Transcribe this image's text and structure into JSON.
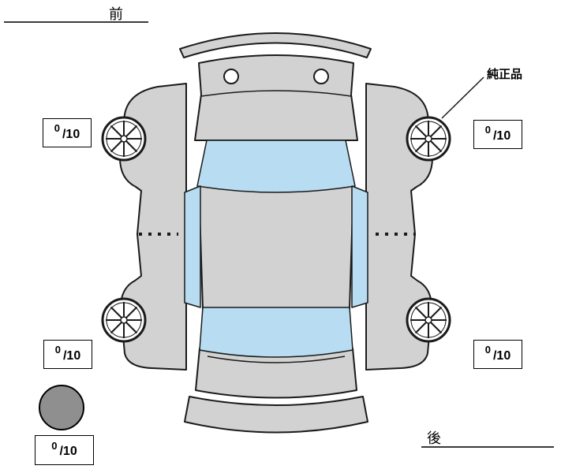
{
  "labels": {
    "front": "前",
    "rear": "後",
    "genuine_part": "純正品"
  },
  "tread": {
    "front_left": {
      "value": "0",
      "denom": "/10"
    },
    "front_right": {
      "value": "0",
      "denom": "/10"
    },
    "rear_left": {
      "value": "0",
      "denom": "/10"
    },
    "rear_right": {
      "value": "0",
      "denom": "/10"
    },
    "spare": {
      "value": "0",
      "denom": "/10"
    }
  },
  "colors": {
    "body_fill": "#d2d2d2",
    "window_fill": "#b8ddf2",
    "outline": "#1a1a1a",
    "spare_fill": "#8f8f8f"
  },
  "icons": {
    "wheel": "wheel-with-spokes",
    "spare": "spare-tire-circle"
  }
}
